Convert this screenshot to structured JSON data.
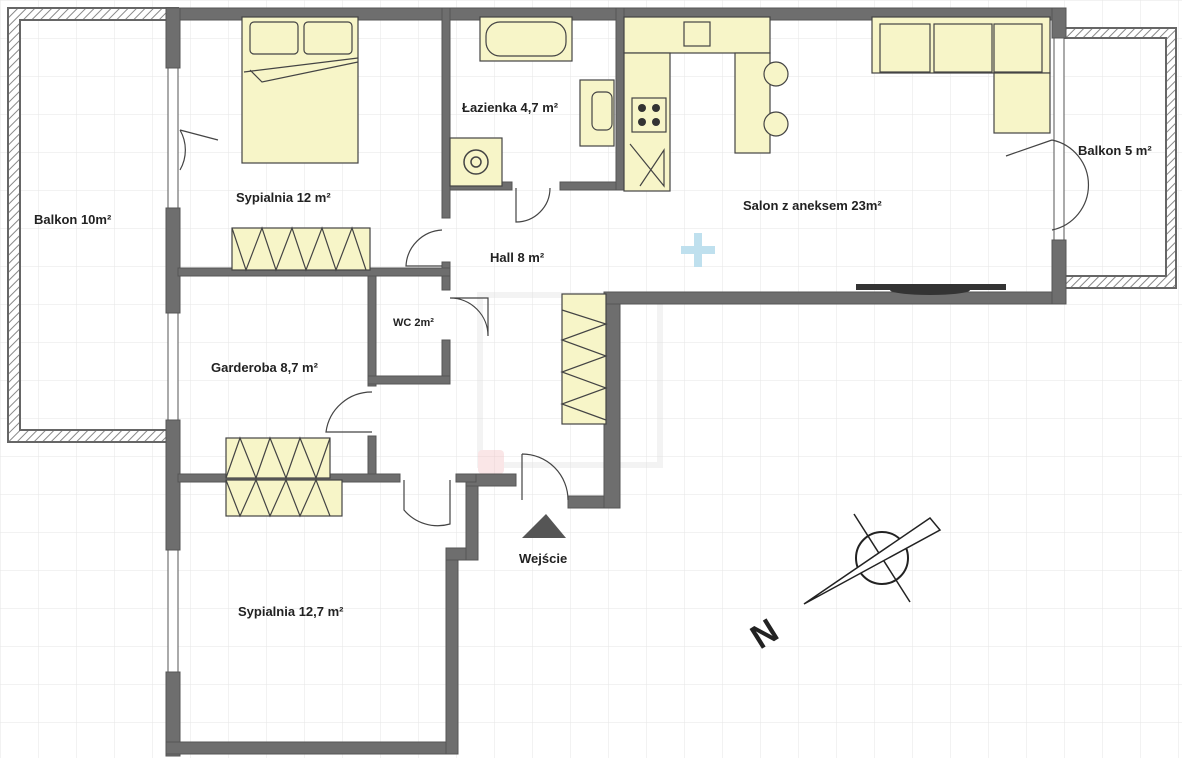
{
  "rooms": {
    "bedroom_top": "Sypialnia 12 m²",
    "bathroom": "Łazienka 4,7 m²",
    "living": "Salon z aneksem 23m²",
    "balcony_right": "Balkon 5 m²",
    "balcony_left": "Balkon 10m²",
    "hall": "Hall 8 m²",
    "wc": "WC 2m²",
    "wardrobe": "Garderoba 8,7 m²",
    "bedroom_bottom": "Sypialnia 12,7 m²"
  },
  "entrance_label": "Wejście",
  "compass_label": "N",
  "colors": {
    "wall": "#6e6e6e",
    "furniture": "#f7f5c8",
    "grid": "#e6e6e6",
    "watermark_plus": "#bfe0ee",
    "watermark_square": "#f2b8bd"
  }
}
